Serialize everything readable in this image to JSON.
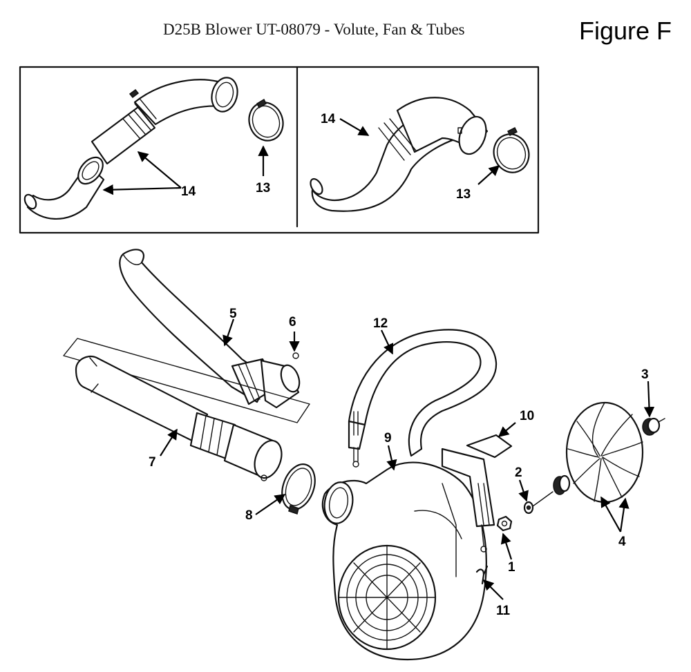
{
  "header": {
    "title": "D25B Blower UT-08079 - Volute, Fan & Tubes",
    "figure_label": "Figure F"
  },
  "callouts": {
    "inset_left_14": "14",
    "inset_left_13": "13",
    "inset_right_14": "14",
    "inset_right_13": "13",
    "part_1": "1",
    "part_2": "2",
    "part_3": "3",
    "part_4": "4",
    "part_5": "5",
    "part_6": "6",
    "part_7": "7",
    "part_8": "8",
    "part_9": "9",
    "part_10": "10",
    "part_11": "11",
    "part_12": "12"
  }
}
